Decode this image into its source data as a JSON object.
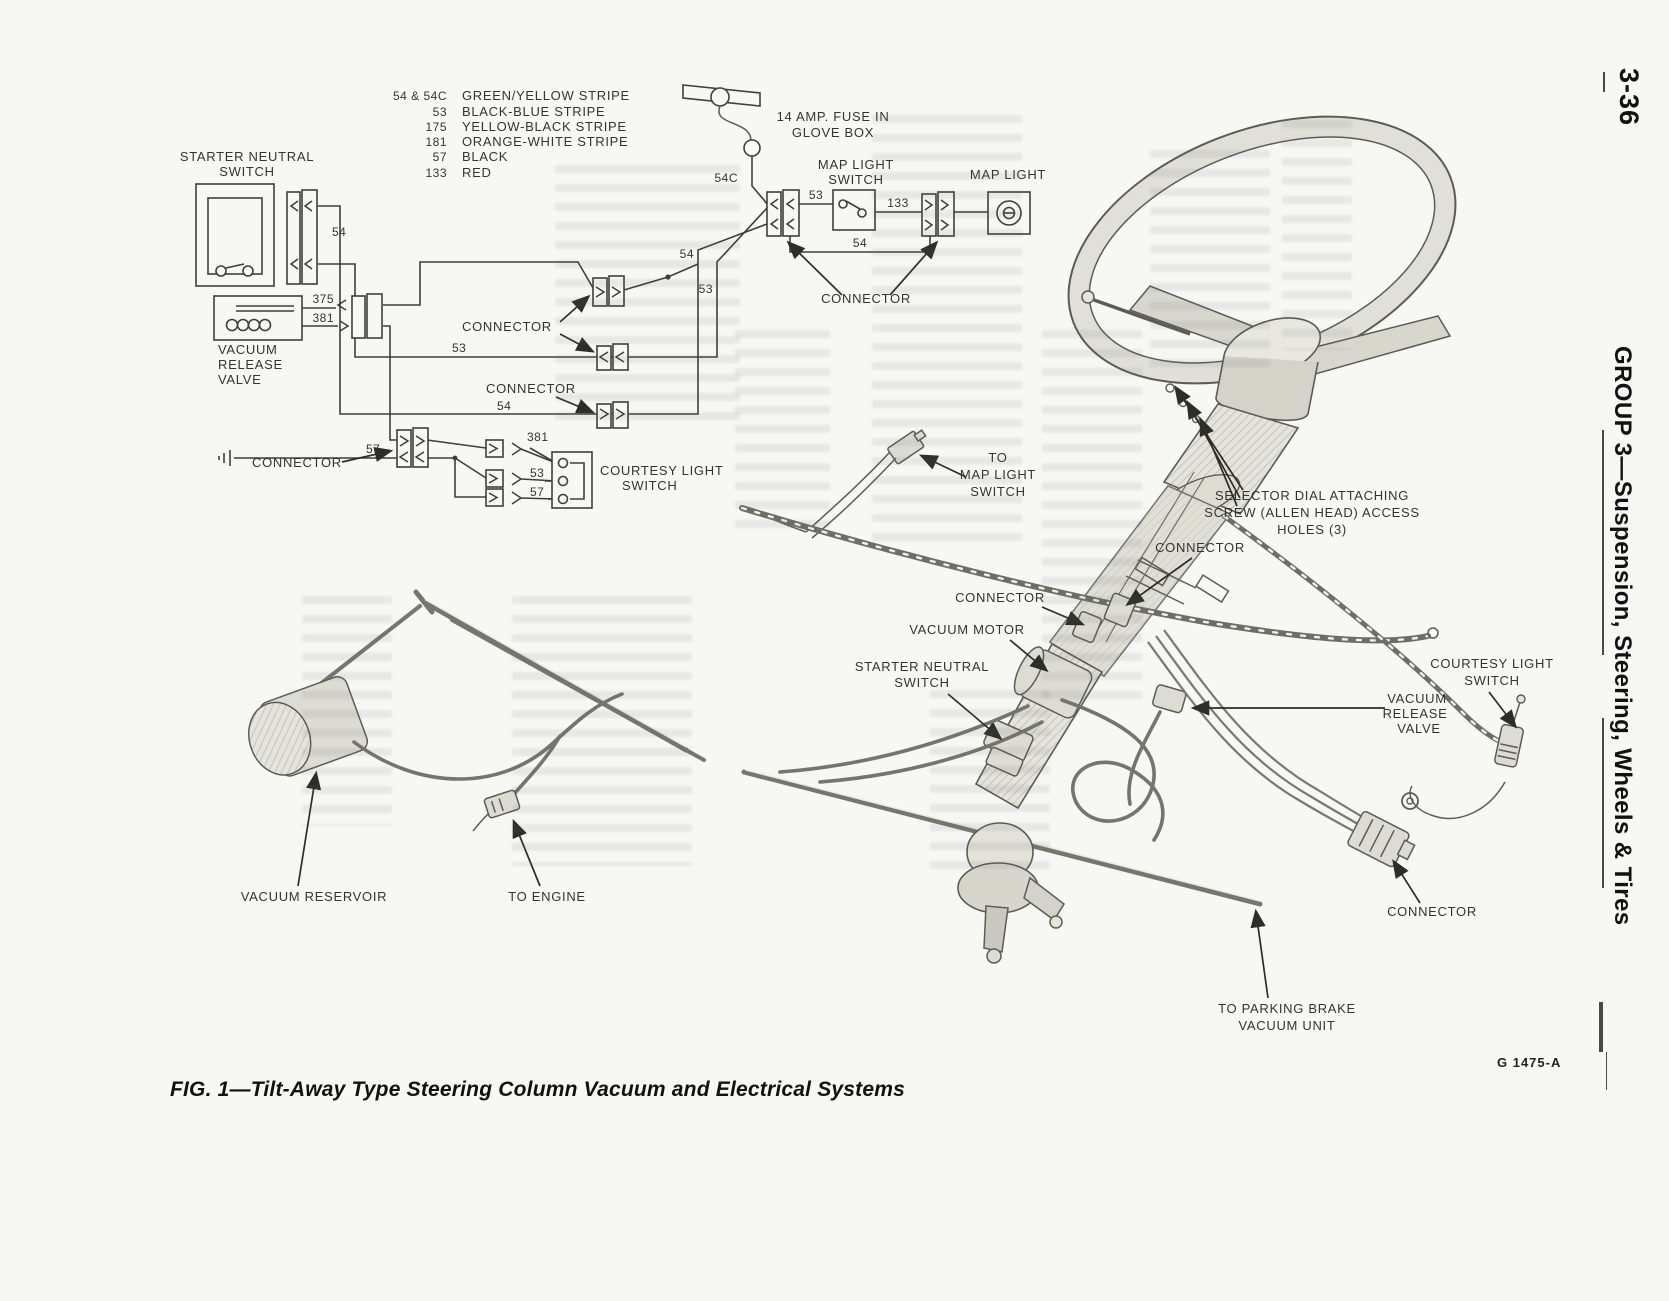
{
  "page": {
    "page_number": "3-36",
    "group_title": "GROUP 3—Suspension, Steering, Wheels & Tires",
    "figure_caption": "FIG. 1—Tilt-Away Type Steering Column  Vacuum and Electrical Systems",
    "figure_code": "G 1475-A"
  },
  "legend": {
    "items": [
      {
        "code": "54 & 54C",
        "desc": "GREEN/YELLOW STRIPE"
      },
      {
        "code": "53",
        "desc": "BLACK-BLUE STRIPE"
      },
      {
        "code": "175",
        "desc": "YELLOW-BLACK STRIPE"
      },
      {
        "code": "181",
        "desc": "ORANGE-WHITE STRIPE"
      },
      {
        "code": "57",
        "desc": "BLACK"
      },
      {
        "code": "133",
        "desc": "RED"
      }
    ]
  },
  "wires": {
    "w54": "54",
    "w54c": "54C",
    "w53": "53",
    "w57": "57",
    "w133": "133",
    "w375": "375",
    "w381": "381"
  },
  "labels": {
    "starter_neutral_l1": "STARTER NEUTRAL",
    "starter_neutral_l2": "SWITCH",
    "vacuum_l1": "VACUUM",
    "vacuum_l2": "RELEASE",
    "vacuum_l3": "VALVE",
    "connector": "CONNECTOR",
    "courtesy_l1": "COURTESY LIGHT",
    "courtesy_l2": "SWITCH",
    "fuse_l1": "14 AMP. FUSE IN",
    "fuse_l2": "GLOVE BOX",
    "map_switch_l1": "MAP LIGHT",
    "map_switch_l2": "SWITCH",
    "map_light": "MAP LIGHT",
    "to_map_l1": "TO",
    "to_map_l2": "MAP LIGHT",
    "to_map_l3": "SWITCH",
    "selector_l1": "SELECTOR DIAL ATTACHING",
    "selector_l2": "SCREW (ALLEN HEAD) ACCESS",
    "selector_l3": "HOLES (3)",
    "vacuum_motor": "VACUUM MOTOR",
    "vacuum_reservoir": "VACUUM RESERVOIR",
    "to_engine": "TO ENGINE",
    "parking_l1": "TO PARKING BRAKE",
    "parking_l2": "VACUUM UNIT"
  }
}
